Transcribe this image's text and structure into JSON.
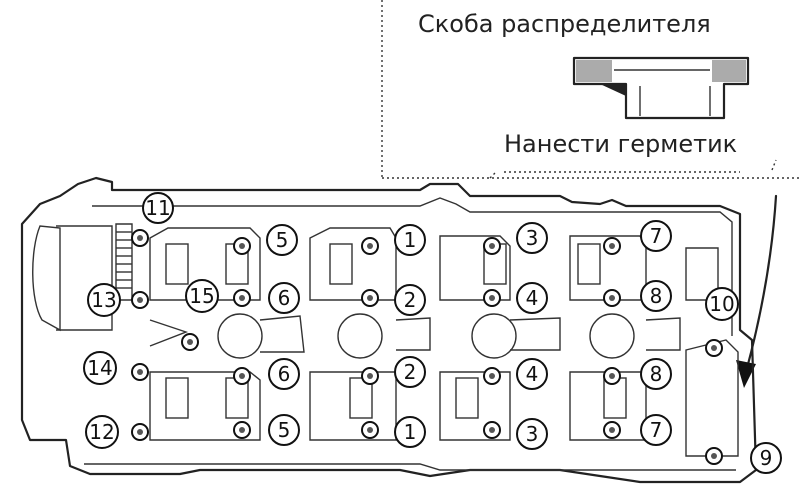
{
  "callout": {
    "bracket_label": "Скоба распределителя",
    "sealant_label": "Нанести герметик"
  },
  "bolt_numbers": [
    "1",
    "2",
    "3",
    "4",
    "5",
    "6",
    "7",
    "8",
    "9",
    "10",
    "11",
    "12",
    "13",
    "14",
    "15"
  ],
  "bolt_labels": [
    {
      "text": "11"
    },
    {
      "text": "5"
    },
    {
      "text": "1"
    },
    {
      "text": "3"
    },
    {
      "text": "7"
    },
    {
      "text": "13"
    },
    {
      "text": "15"
    },
    {
      "text": "6"
    },
    {
      "text": "2"
    },
    {
      "text": "4"
    },
    {
      "text": "8"
    },
    {
      "text": "10"
    },
    {
      "text": "14"
    },
    {
      "text": "6"
    },
    {
      "text": "2"
    },
    {
      "text": "4"
    },
    {
      "text": "8"
    },
    {
      "text": "12"
    },
    {
      "text": "5"
    },
    {
      "text": "1"
    },
    {
      "text": "3"
    },
    {
      "text": "7"
    },
    {
      "text": "9"
    }
  ]
}
